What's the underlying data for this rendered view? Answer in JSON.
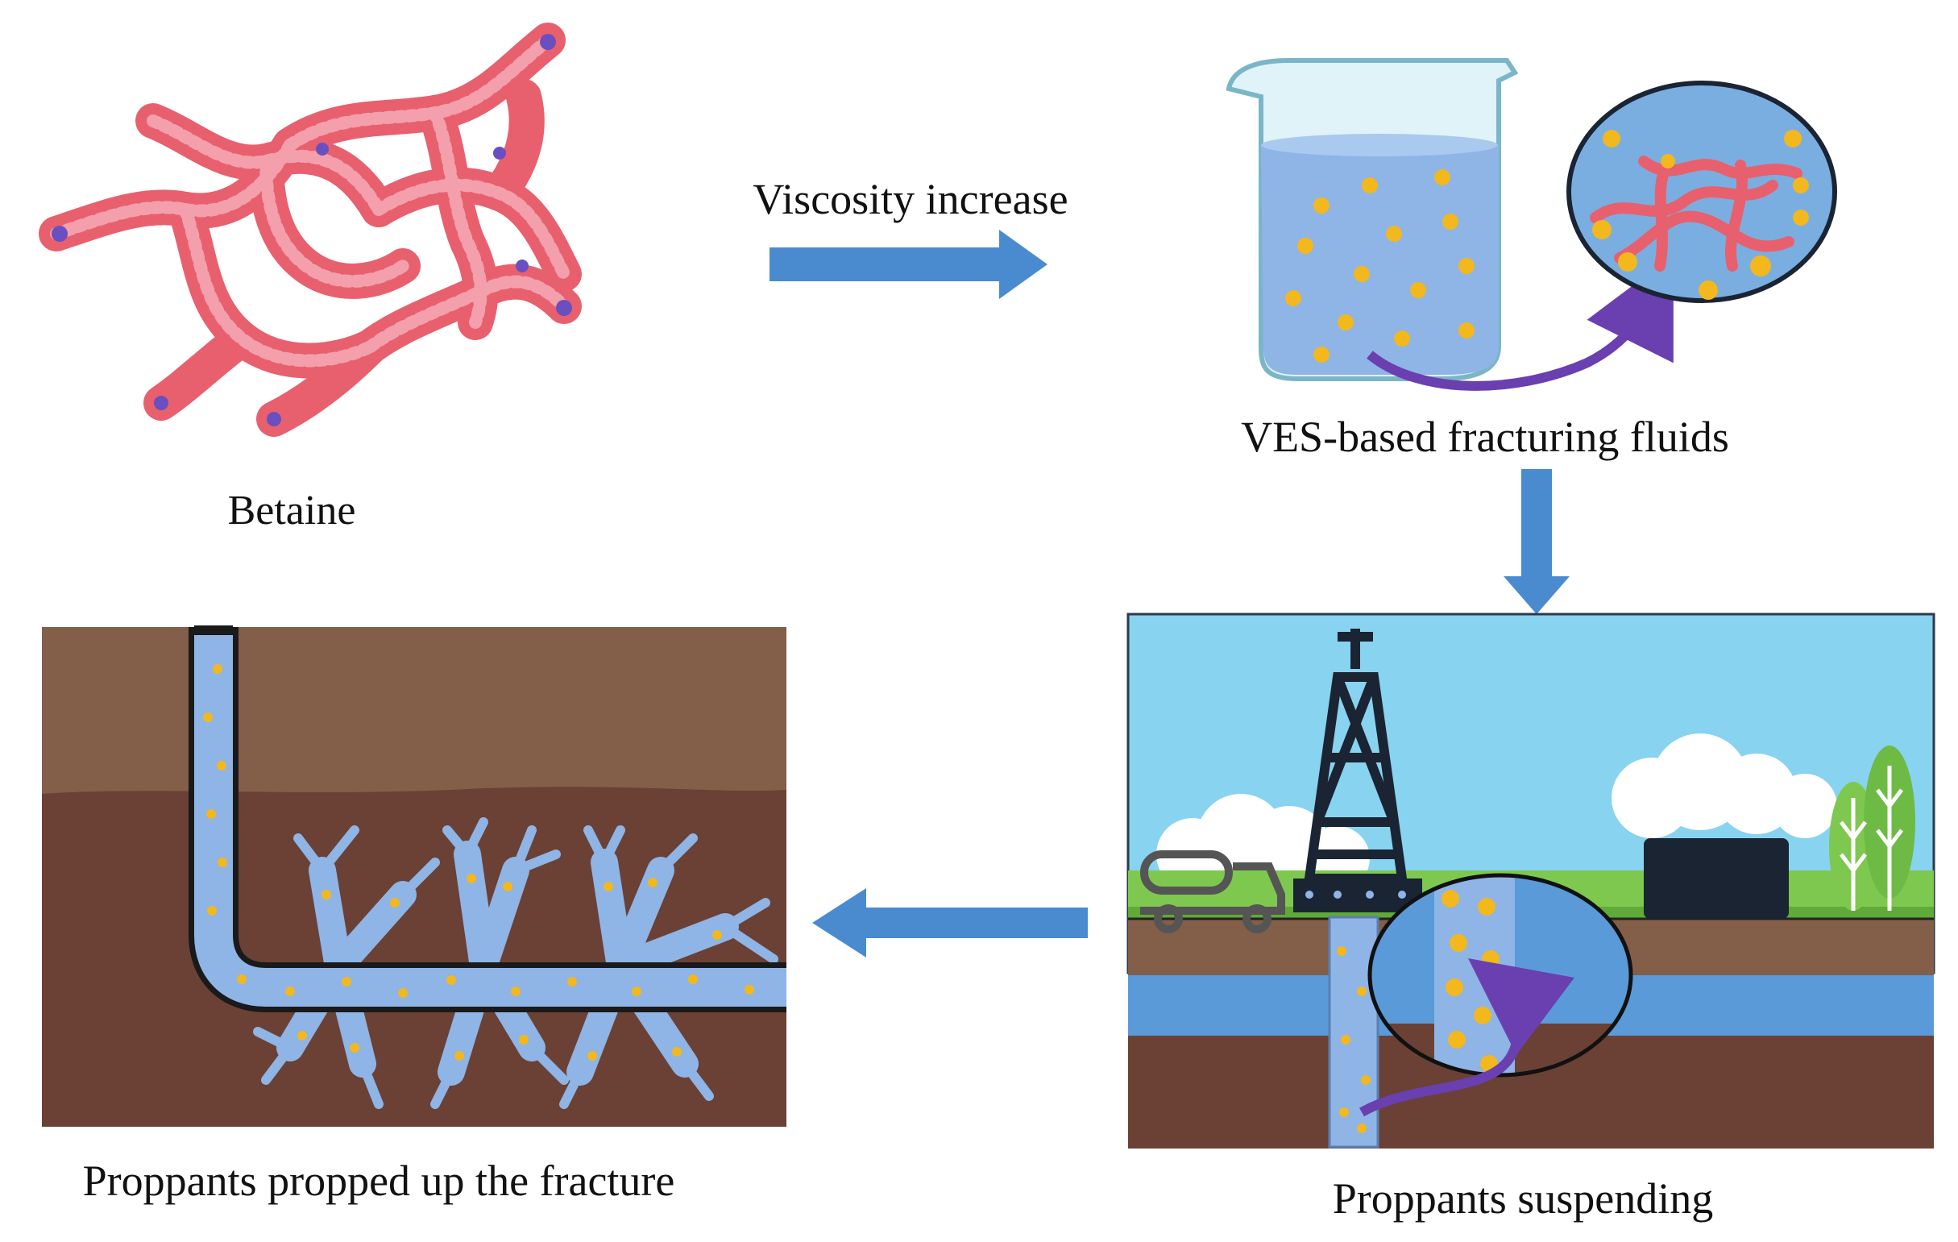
{
  "captions": {
    "betaine": "Betaine",
    "viscosity": "Viscosity increase",
    "ves": "VES-based fracturing fluids",
    "suspending": "Proppants suspending",
    "propped": "Proppants propped up the fracture"
  },
  "colors": {
    "arrow_blue": "#4a8bd0",
    "micelle_red": "#e8606e",
    "micelle_pink": "#f3a0ac",
    "proppant": "#f2b81e",
    "fluid": "#8fb4e6",
    "sky": "#87d3f0",
    "soil_light": "#835e49",
    "soil_dark": "#6a4134",
    "water_band": "#5a9ad8",
    "purple_arrow": "#6a3fb0",
    "grass": "#7ec850"
  },
  "icons": [
    "micelle-network-icon",
    "beaker-icon",
    "zoom-lens-icon",
    "derrick-icon",
    "tanker-truck-icon",
    "building-icon",
    "tree-icon"
  ]
}
